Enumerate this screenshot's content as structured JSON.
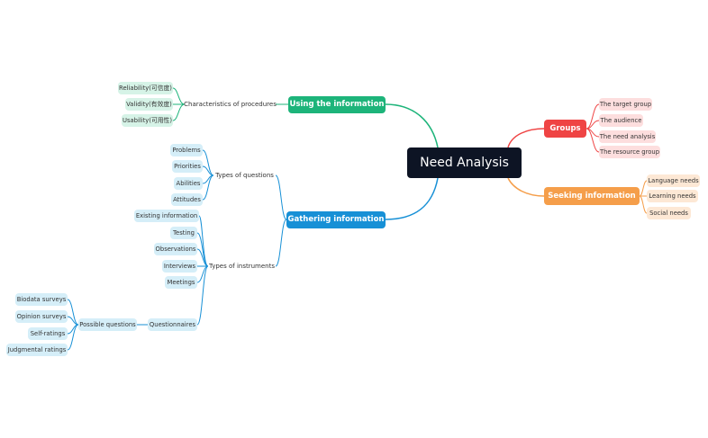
{
  "colors": {
    "central": "#0d1424",
    "using": "#1db47a",
    "gathering": "#1790d6",
    "groups": "#ef4444",
    "seeking": "#f59e4a"
  },
  "mindmap": {
    "central": "Need Analysis",
    "groups": {
      "label": "Groups",
      "children": [
        "The target group",
        "The audience",
        "The need analysis",
        "The resource group"
      ]
    },
    "seeking": {
      "label": "Seeking information",
      "children": [
        "Language needs",
        "Learning needs",
        "Social needs"
      ]
    },
    "using": {
      "label": "Using the information",
      "characteristics": {
        "label": "Characteristics of procedures",
        "children": [
          "Reliability(可信度)",
          "Validity(有效度)",
          "Usability(可用性)"
        ]
      }
    },
    "gathering": {
      "label": "Gathering information",
      "questions": {
        "label": "Types of questions",
        "children": [
          "Problems",
          "Priorities",
          "Abilities",
          "Attitudes"
        ]
      },
      "instruments": {
        "label": "Types of instruments",
        "children": [
          "Existing information",
          "Testing",
          "Observations",
          "Interviews",
          "Meetings"
        ],
        "questionnaires": {
          "label": "Questionnaires",
          "possible": {
            "label": "Possible questions",
            "children": [
              "Biodata surveys",
              "Opinion surveys",
              "Self-ratings",
              "Judgmental ratings"
            ]
          }
        }
      }
    }
  }
}
